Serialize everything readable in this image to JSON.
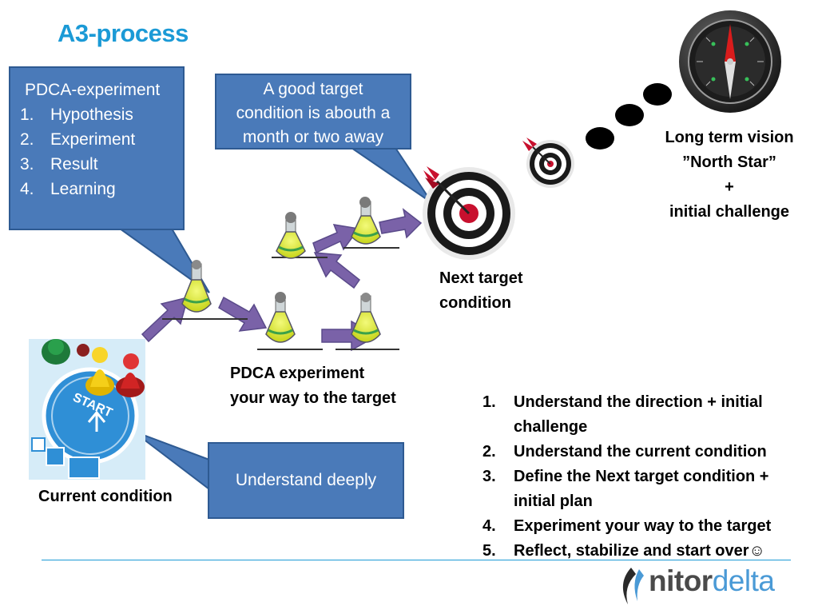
{
  "slide": {
    "title": "A3-process"
  },
  "callouts": {
    "pdca": {
      "caption": "PDCA-experiment",
      "items": [
        {
          "num": "1.",
          "text": "Hypothesis"
        },
        {
          "num": "2.",
          "text": "Experiment"
        },
        {
          "num": "3.",
          "text": "Result"
        },
        {
          "num": "4.",
          "text": "Learning"
        }
      ]
    },
    "target_lines": [
      "A good target",
      "condition is abouth a",
      "month or two away"
    ],
    "understand": "Understand deeply"
  },
  "labels": {
    "next_target": [
      "Next target",
      "condition"
    ],
    "pdca_way": [
      "PDCA experiment",
      "your way to the target"
    ],
    "current": "Current condition",
    "vision": [
      "Long term vision",
      "”North Star”",
      "+",
      "initial challenge"
    ],
    "start_text": "START"
  },
  "steps": [
    {
      "num": "1.",
      "lines": [
        "Understand the direction + initial",
        "challenge"
      ]
    },
    {
      "num": "2.",
      "lines": [
        "Understand the current condition"
      ]
    },
    {
      "num": "3.",
      "lines": [
        "Define the Next target condition +",
        "initial plan"
      ]
    },
    {
      "num": "4.",
      "lines": [
        "Experiment your way to the target"
      ]
    },
    {
      "num": "5.",
      "lines": [
        "Reflect, stabilize and start over☺"
      ]
    }
  ],
  "logo": {
    "bold": "nitor",
    "light": "delta"
  },
  "colors": {
    "title": "#1b9ad6",
    "callout_fill": "#4a7ab9",
    "arrow": "#7a62a8",
    "flask_liquid": "#d8e72a",
    "dart": "#c8102e",
    "rule": "#1b9ad6"
  },
  "icons": {
    "flask": "flask-icon",
    "target": "dartboard-icon",
    "compass": "compass-icon",
    "game": "board-game-start-icon",
    "logo": "nitor-flame-icon"
  }
}
